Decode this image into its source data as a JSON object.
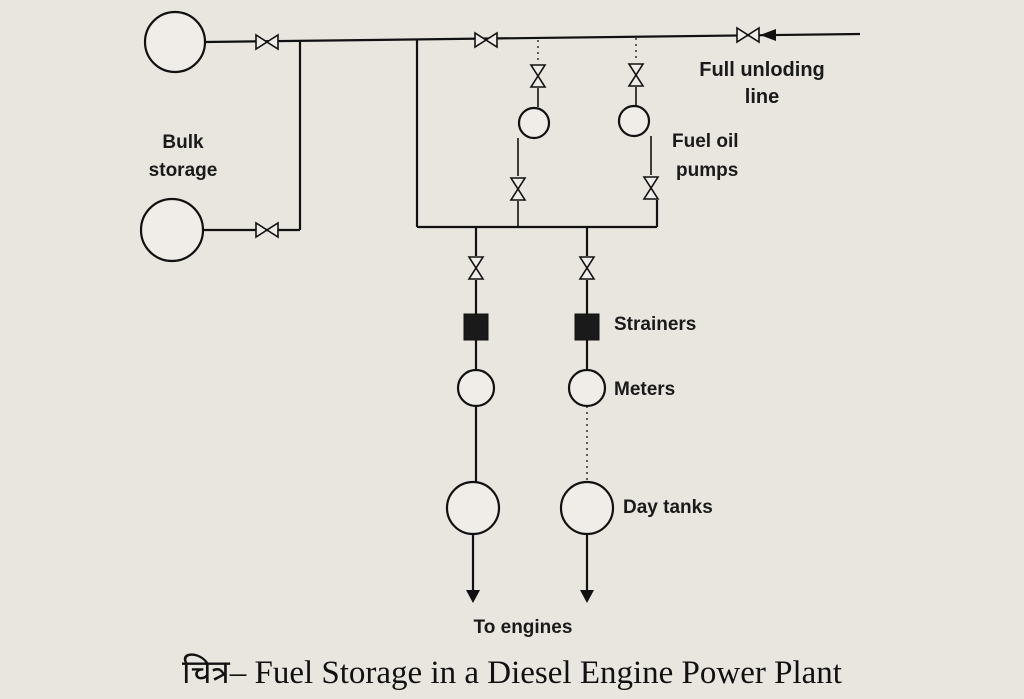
{
  "labels": {
    "bulk_storage_1": "Bulk",
    "bulk_storage_2": "storage",
    "unloading_1": "Full unloding",
    "unloading_2": "line",
    "pumps_1": "Fuel oil",
    "pumps_2": "pumps",
    "strainers": "Strainers",
    "meters": "Meters",
    "day_tanks": "Day tanks",
    "to_engines": "To engines"
  },
  "caption": "चित्र– Fuel Storage in a Diesel Engine Power Plant"
}
